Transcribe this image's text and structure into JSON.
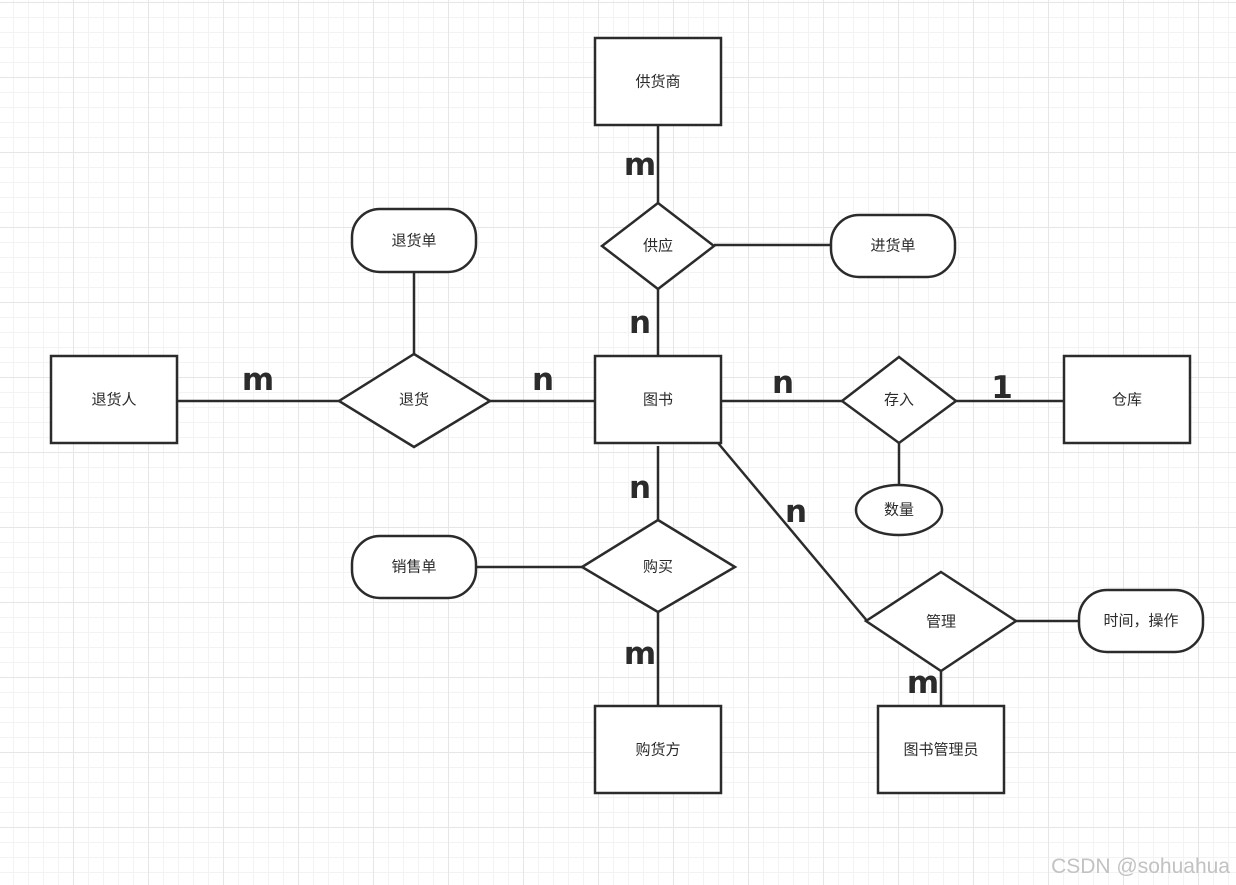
{
  "nodes": {
    "supplier": "供货商",
    "supply": "供应",
    "purchase_order": "进货单",
    "return_order": "退货单",
    "returner": "退货人",
    "return": "退货",
    "book": "图书",
    "store_in": "存入",
    "warehouse": "仓库",
    "quantity": "数量",
    "sales_order": "销售单",
    "buy": "购买",
    "manage": "管理",
    "time_operation": "时间，操作",
    "buyer": "购货方",
    "librarian": "图书管理员"
  },
  "cardinalities": {
    "supplier_supply": "m",
    "supply_book": "n",
    "returner_return": "m",
    "return_book": "n",
    "book_store": "n",
    "store_warehouse": "1",
    "book_buy": "n",
    "buy_buyer": "m",
    "book_manage": "n",
    "manage_librarian": "m"
  },
  "watermark": "CSDN @sohuahua"
}
